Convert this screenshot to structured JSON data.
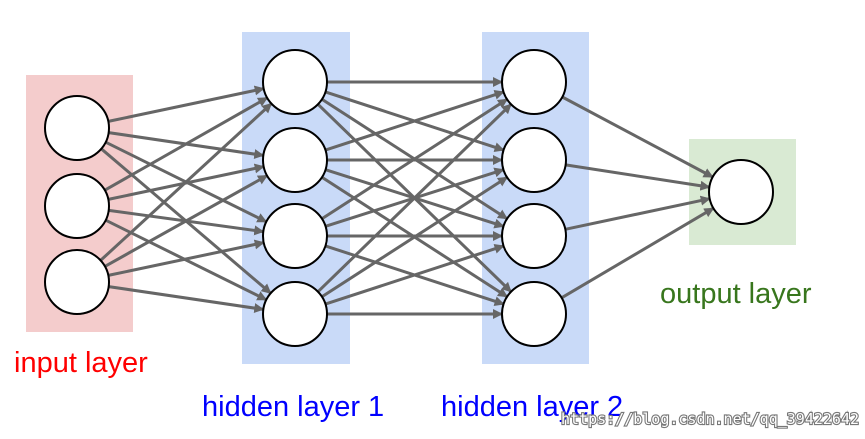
{
  "diagram": {
    "colors": {
      "input_panel": "#f4cccc",
      "hidden_panel": "#c9daf8",
      "output_panel": "#d9ead3",
      "edge": "#666666",
      "node_fill": "#ffffff",
      "node_stroke": "#000000",
      "input_label": "#ff0000",
      "hidden_label": "#0000ff",
      "output_label": "#38761d",
      "watermark": "#ffffff"
    },
    "layers": [
      {
        "id": "input",
        "label": "input layer",
        "nodes": 3
      },
      {
        "id": "hidden1",
        "label": "hidden layer 1",
        "nodes": 4
      },
      {
        "id": "hidden2",
        "label": "hidden layer 2",
        "nodes": 4
      },
      {
        "id": "output",
        "label": "output layer",
        "nodes": 1
      }
    ],
    "connectivity": "fully-connected",
    "watermark": "https://blog.csdn.net/qq_39422642"
  }
}
